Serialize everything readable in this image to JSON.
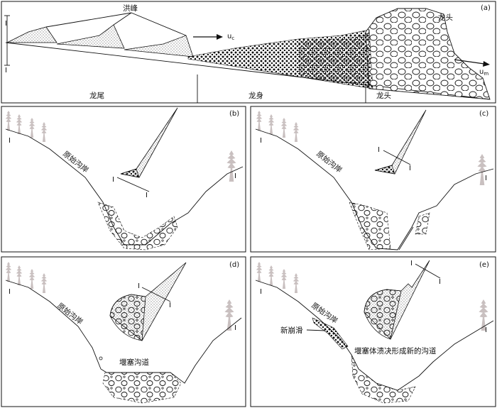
{
  "panel_a": {
    "label": "(a)",
    "flood_peak": "洪峰",
    "dragon_head_top": "龙头",
    "dragon_tail": "龙尾",
    "dragon_body": "龙身",
    "dragon_head_bottom": "龙头",
    "u_c": "u",
    "u_c_sub": "c",
    "u_m": "u",
    "u_m_sub": "m",
    "section_mark": "I",
    "section_mark_2": "I"
  },
  "panel_b": {
    "label": "(b)",
    "bank": "原始沟岸",
    "mark_left": "I",
    "mark_right": "I",
    "sec_1": "I",
    "sec_2": "I"
  },
  "panel_c": {
    "label": "(c)",
    "bank": "原始沟岸",
    "mark_left": "I",
    "mark_right": "I",
    "sec_1": "I",
    "sec_2": "I"
  },
  "panel_d": {
    "label": "(d)",
    "bank": "原始沟岸",
    "channel": "堰塞沟道",
    "mark_left": "I",
    "mark_right": "I",
    "sec_1": "I",
    "sec_2": "I"
  },
  "panel_e": {
    "label": "(e)",
    "bank": "原始沟岸",
    "new_collapse": "新崩滑",
    "new_channel": "堰塞体溃决形成新的沟道",
    "mark_left": "I",
    "mark_right": "I",
    "sec_1": "I",
    "sec_2": "I"
  }
}
